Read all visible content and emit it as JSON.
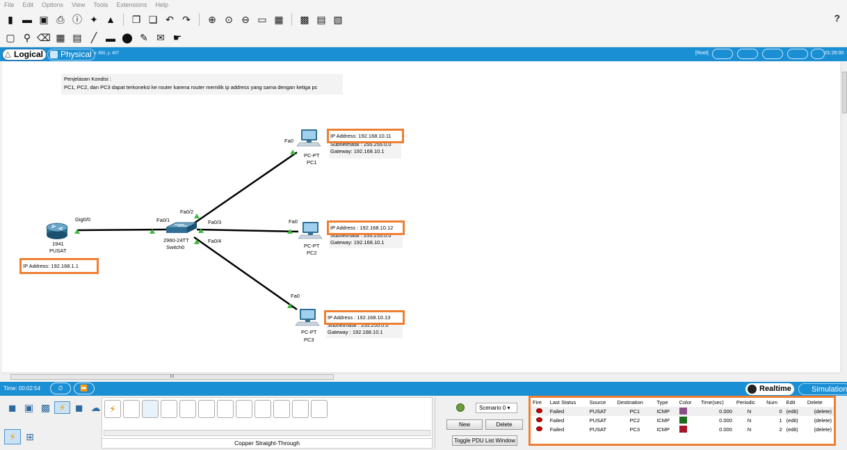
{
  "menu": [
    "File",
    "Edit",
    "Options",
    "View",
    "Tools",
    "Extensions",
    "Help"
  ],
  "toolbar": {
    "icons": [
      "new-file-icon",
      "open-folder-icon",
      "save-icon",
      "print-icon",
      "info-icon",
      "activity-wizard-icon",
      "network-info-icon",
      "copy-icon",
      "paste-icon",
      "undo-icon",
      "redo-icon",
      "zoom-in-icon",
      "zoom-reset-icon",
      "zoom-out-icon",
      "drawing-palette-icon",
      "custom-device-icon",
      "clusters-icon",
      "environment-icon",
      "screenshot-icon"
    ],
    "help": "?"
  },
  "tools": [
    "select-icon",
    "inspect-icon",
    "delete-icon",
    "resize-icon",
    "note-icon",
    "line-icon",
    "rectangle-icon",
    "ellipse-icon",
    "freeform-icon",
    "simple-pdu-icon",
    "complex-pdu-icon"
  ],
  "view": {
    "logical_tab": "Logical",
    "physical_tab": "Physical",
    "coords": "x: 850, y: 407",
    "root": "[Root]",
    "clock": "01:26:00"
  },
  "note": {
    "line1": "Penjelasan Kondisi  :",
    "line2": "PC1, PC2, dan PC3 dapat terkoneksi ke router karena router memilik ip address yang sama dengan ketiga pc"
  },
  "router": {
    "model": "1941",
    "name": "PUSAT",
    "port": "Gig0/0",
    "ip": "IP Address: 192.168.1.1"
  },
  "switch": {
    "model": "2960-24TT",
    "name": "Switch0",
    "ports": [
      "Fa0/1",
      "Fa0/2",
      "Fa0/3",
      "Fa0/4"
    ]
  },
  "pcs": [
    {
      "type": "PC-PT",
      "name": "PC1",
      "port": "Fa0",
      "ip": "IP Address: 192.168.10.11",
      "subnet": "Subnetmask : 255.255.0.0",
      "gateway": "Gateway: 192.168.10.1"
    },
    {
      "type": "PC-PT",
      "name": "PC2",
      "port": "Fa0",
      "ip": "IP Address : 192.168.10.12",
      "subnet": "Subnetmask : 255.255.0.0",
      "gateway": "Gateway: 192.168.10.1"
    },
    {
      "type": "PC-PT",
      "name": "PC3",
      "port": "Fa0",
      "ip": "IP Address : 192.168.10.13",
      "subnet": "Subnetmask : 255.255.0.0",
      "gateway": "Gateway : 192.168.10.1"
    }
  ],
  "hscroll_label": "III",
  "timebar": {
    "time": "Time: 00:02:54",
    "realtime": "Realtime",
    "simulation": "Simulation"
  },
  "cable_name": "Copper Straight-Through",
  "scenario": {
    "select": "Scenario 0",
    "new": "New",
    "delete": "Delete",
    "toggle": "Toggle PDU List Window"
  },
  "pdu_table": {
    "headers": [
      "Fire",
      "Last Status",
      "Source",
      "Destination",
      "Type",
      "Color",
      "Time(sec)",
      "Periodic",
      "Num",
      "Edit",
      "Delete"
    ],
    "rows": [
      {
        "status": "Failed",
        "source": "PUSAT",
        "dest": "PC1",
        "type": "ICMP",
        "color": "#8a4f86",
        "time": "0.000",
        "periodic": "N",
        "num": "0",
        "edit": "(edit)",
        "delete": "(delete)"
      },
      {
        "status": "Failed",
        "source": "PUSAT",
        "dest": "PC2",
        "type": "ICMP",
        "color": "#1a6b1a",
        "time": "0.000",
        "periodic": "N",
        "num": "1",
        "edit": "(edit)",
        "delete": "(delete)"
      },
      {
        "status": "Failed",
        "source": "PUSAT",
        "dest": "PC3",
        "type": "ICMP",
        "color": "#a4162a",
        "time": "0.000",
        "periodic": "N",
        "num": "2",
        "edit": "(edit)",
        "delete": "(delete)"
      }
    ]
  },
  "colors": {
    "accent": "#1b8fd4",
    "highlight": "#ee7e32",
    "link_light": "#3cb93c"
  }
}
